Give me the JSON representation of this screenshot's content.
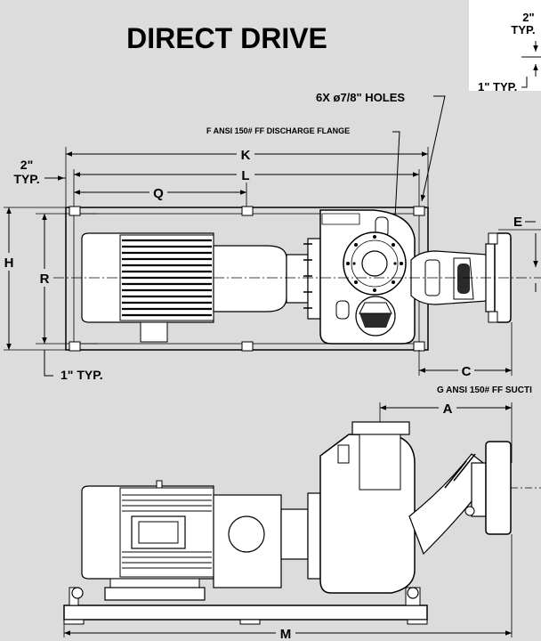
{
  "title": "DIRECT DRIVE",
  "callouts": {
    "inset_top": "2\"",
    "inset_typ": "TYP.",
    "inset_bottom": "1\" TYP.",
    "holes": "6X ø7/8\" HOLES",
    "discharge": "F ANSI 150# FF DISCHARGE FLANGE",
    "left_top_a": "2\"",
    "left_top_b": "TYP.",
    "left_bottom": "1\" TYP.",
    "suction": "G ANSI 150# FF SUCTI"
  },
  "dims": {
    "K": "K",
    "L": "L",
    "Q": "Q",
    "H": "H",
    "R": "R",
    "E": "E",
    "C": "C",
    "A": "A",
    "M": "M"
  },
  "colors": {
    "background": "#dcdcdc",
    "ink": "#000000",
    "paper": "#ffffff",
    "dark_fill": "#2a2a2a"
  }
}
